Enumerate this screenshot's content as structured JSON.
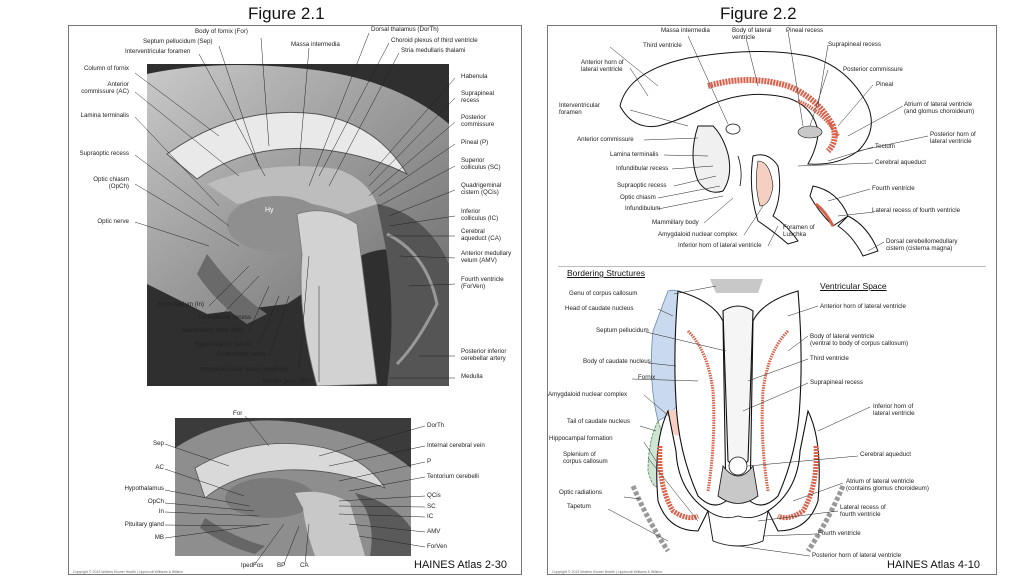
{
  "fig1": {
    "title": "Figure 2.1",
    "atlas": "HAINES Atlas 2-30",
    "upper": {
      "left": [
        "Column of fornix",
        "Anterior\ncommissure (AC)",
        "Lamina terminalis",
        "Supraoptic recess",
        "Optic chiasm\n(OpCh)",
        "Optic nerve"
      ],
      "top": [
        "Body of fornix (For)",
        "Septum pellucidum (Sep)",
        "Interventricular foramen",
        "Massa intermedia",
        "Dorsal thalamus (DorTh)",
        "Choroid plexus of third ventricle",
        "Stria medullaris thalami"
      ],
      "right": [
        "Habenula",
        "Suprapineal\nrecess",
        "Posterior\ncommissure",
        "Pineal (P)",
        "Superior\ncolliculus (SC)",
        "Quadrigeminal\ncistern (QCis)",
        "Inferior\ncolliculus (IC)",
        "Cerebral\naqueduct (CA)",
        "Anterior medullary\nvelum (AMV)",
        "Fourth ventricle\n(ForVen)",
        "Posterior inferior\ncerebellar artery",
        "Medulla"
      ],
      "bottom": [
        "Infundibulum (In)",
        "Infundibular recess",
        "Mammillary body (MB)",
        "Hypothalamic sulcus",
        "Oculomotor nerve",
        "Interpeduncular fossa (IpedFos)",
        "Basilar pons (BP)"
      ],
      "photo_mark": "Hy"
    },
    "lower": {
      "left": [
        "Sep",
        "AC",
        "Hypothalamus",
        "OpCh",
        "In",
        "Pituitary gland",
        "MB"
      ],
      "top": "For",
      "right": [
        "DorTh",
        "Internal cerebral vein",
        "P",
        "Tentorium cerebelli",
        "QCis",
        "SC",
        "IC",
        "AMV",
        "ForVen"
      ],
      "bottom": [
        "IpedFos",
        "BP",
        "CA"
      ]
    }
  },
  "fig2": {
    "title": "Figure 2.2",
    "atlas": "HAINES Atlas 4-10",
    "upper": {
      "left": [
        "Third ventricle",
        "Anterior horn of\nlateral ventricle",
        "Interventricular\nforamen",
        "Anterior commissure",
        "Lamina terminalis",
        "Infundibular recess",
        "Supraoptic recess",
        "Optic chiasm",
        "Infundibulum",
        "Mammillary body",
        "Amygdaloid nuclear complex",
        "Inferior horn of lateral ventricle"
      ],
      "top": [
        "Massa intermedia",
        "Body of lateral\nventricle",
        "Pineal recess"
      ],
      "right": [
        "Suprapineal recess",
        "Posterior commissure",
        "Pineal",
        "Atrium of lateral ventricle\n(and glomus choroideum)",
        "Posterior horn of\nlateral ventricle",
        "Tectum",
        "Cerebral aqueduct",
        "Fourth ventricle",
        "Lateral recess of fourth ventricle",
        "Foramen of\nLuschka",
        "Dorsal cerebellomedullary\ncistern (cisterna magna)"
      ]
    },
    "lower": {
      "heading_left": "Bordering Structures",
      "heading_right": "Ventricular Space",
      "left": [
        "Genu of corpus callosum",
        "Head of caudate nucleus",
        "Septum pellucidum",
        "Body of caudate nucleus",
        "Fornix",
        "Amygdaloid nuclear complex",
        "Tail of caudate nucleus",
        "Hippocampal formation",
        "Splenium of\ncorpus callosum",
        "Optic radiations",
        "Tapetum"
      ],
      "right": [
        "Anterior horn of lateral ventricle",
        "Body of lateral ventricle\n(ventral to body of corpus callosum)",
        "Third ventricle",
        "Suprapineal recess",
        "Inferior horn of\nlateral ventricle",
        "Cerebral aqueduct",
        "Atrium of lateral ventricle\n(contains glomus choroideum)",
        "Lateral recess of\nfourth ventricle",
        "Fourth ventricle",
        "Posterior horn of lateral ventricle"
      ]
    }
  },
  "colors": {
    "photo_dark": "#3a3a3a",
    "photo_mid": "#8c8c8c",
    "photo_light": "#d8d8d8",
    "choroid": "#d9614a",
    "caudate_blue": "#c9d9ee",
    "amygdala_pink": "#f4cfc2",
    "hippocampus_green": "#cfe5d3",
    "gray_fill": "#c8c8c8"
  },
  "copyright_note": "Copyright © 2013 Wolters Kluwer Health | Lippincott Williams & Wilkins"
}
